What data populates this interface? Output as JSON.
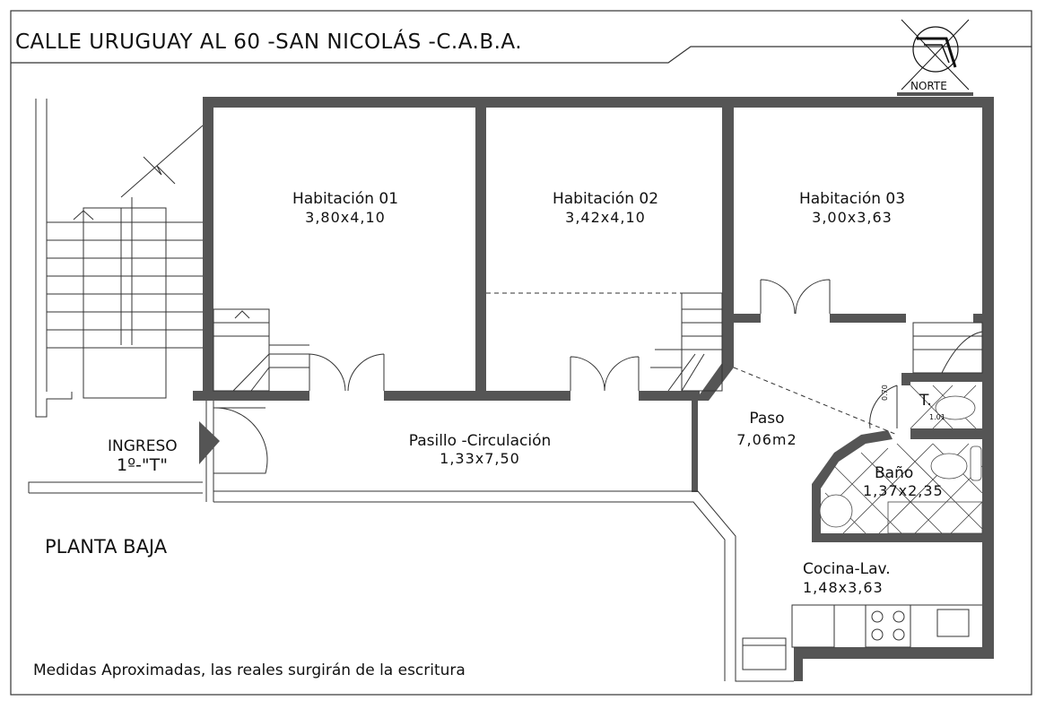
{
  "title": "CALLE URUGUAY AL 60 -SAN NICOLÁS -C.A.B.A.",
  "north_label": "NORTE",
  "floor_label": "PLANTA BAJA",
  "entrance": {
    "label": "INGRESO",
    "unit": "1º-\"T\""
  },
  "rooms": [
    {
      "name": "Habitación 01",
      "dims": "3,80x4,10"
    },
    {
      "name": "Habitación 02",
      "dims": "3,42x4,10"
    },
    {
      "name": "Habitación 03",
      "dims": "3,00x3,63"
    },
    {
      "name": "Paso",
      "dims": "7,06m2"
    },
    {
      "name": "Pasillo -Circulación",
      "dims": "1,33x7,50"
    },
    {
      "name": "Baño",
      "dims": "1,37x2,35"
    },
    {
      "name": "Cocina-Lav.",
      "dims": "1,48x3,63"
    },
    {
      "name": "T.",
      "dims": "1.01"
    }
  ],
  "toilet_door_width": "0.70",
  "footnote": "Medidas Aproximadas, las reales surgirán de la escritura",
  "colors": {
    "wall": "#555555",
    "line": "#222222"
  }
}
